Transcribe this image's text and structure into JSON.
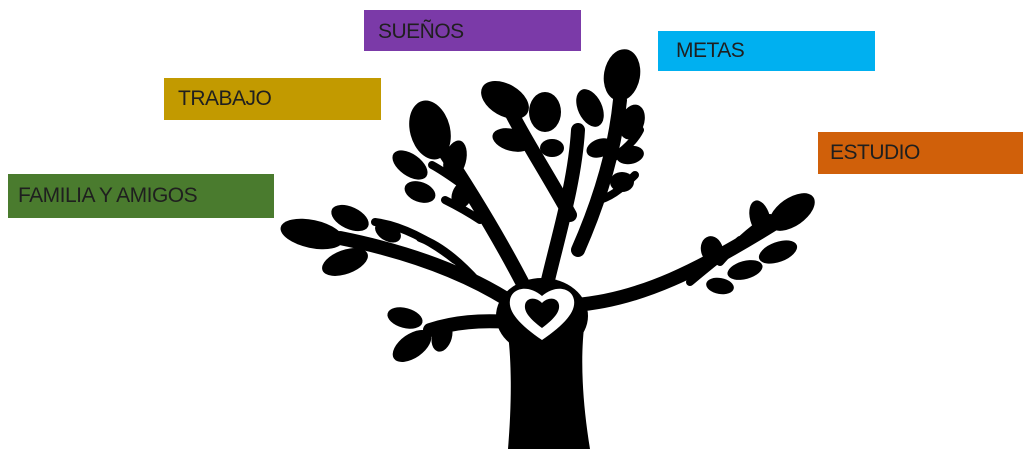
{
  "labels": {
    "suenos": {
      "text": "SUEÑOS",
      "color": "#7b3aa8"
    },
    "metas": {
      "text": "METAS",
      "color": "#00b0f0"
    },
    "trabajo": {
      "text": "TRABAJO",
      "color": "#c29a00"
    },
    "estudio": {
      "text": "ESTUDIO",
      "color": "#d0600a"
    },
    "familia": {
      "text": "FAMILIA Y AMIGOS",
      "color": "#4a7b2e"
    }
  },
  "tree": {
    "color": "#000000",
    "heart_color": "#ffffff"
  }
}
